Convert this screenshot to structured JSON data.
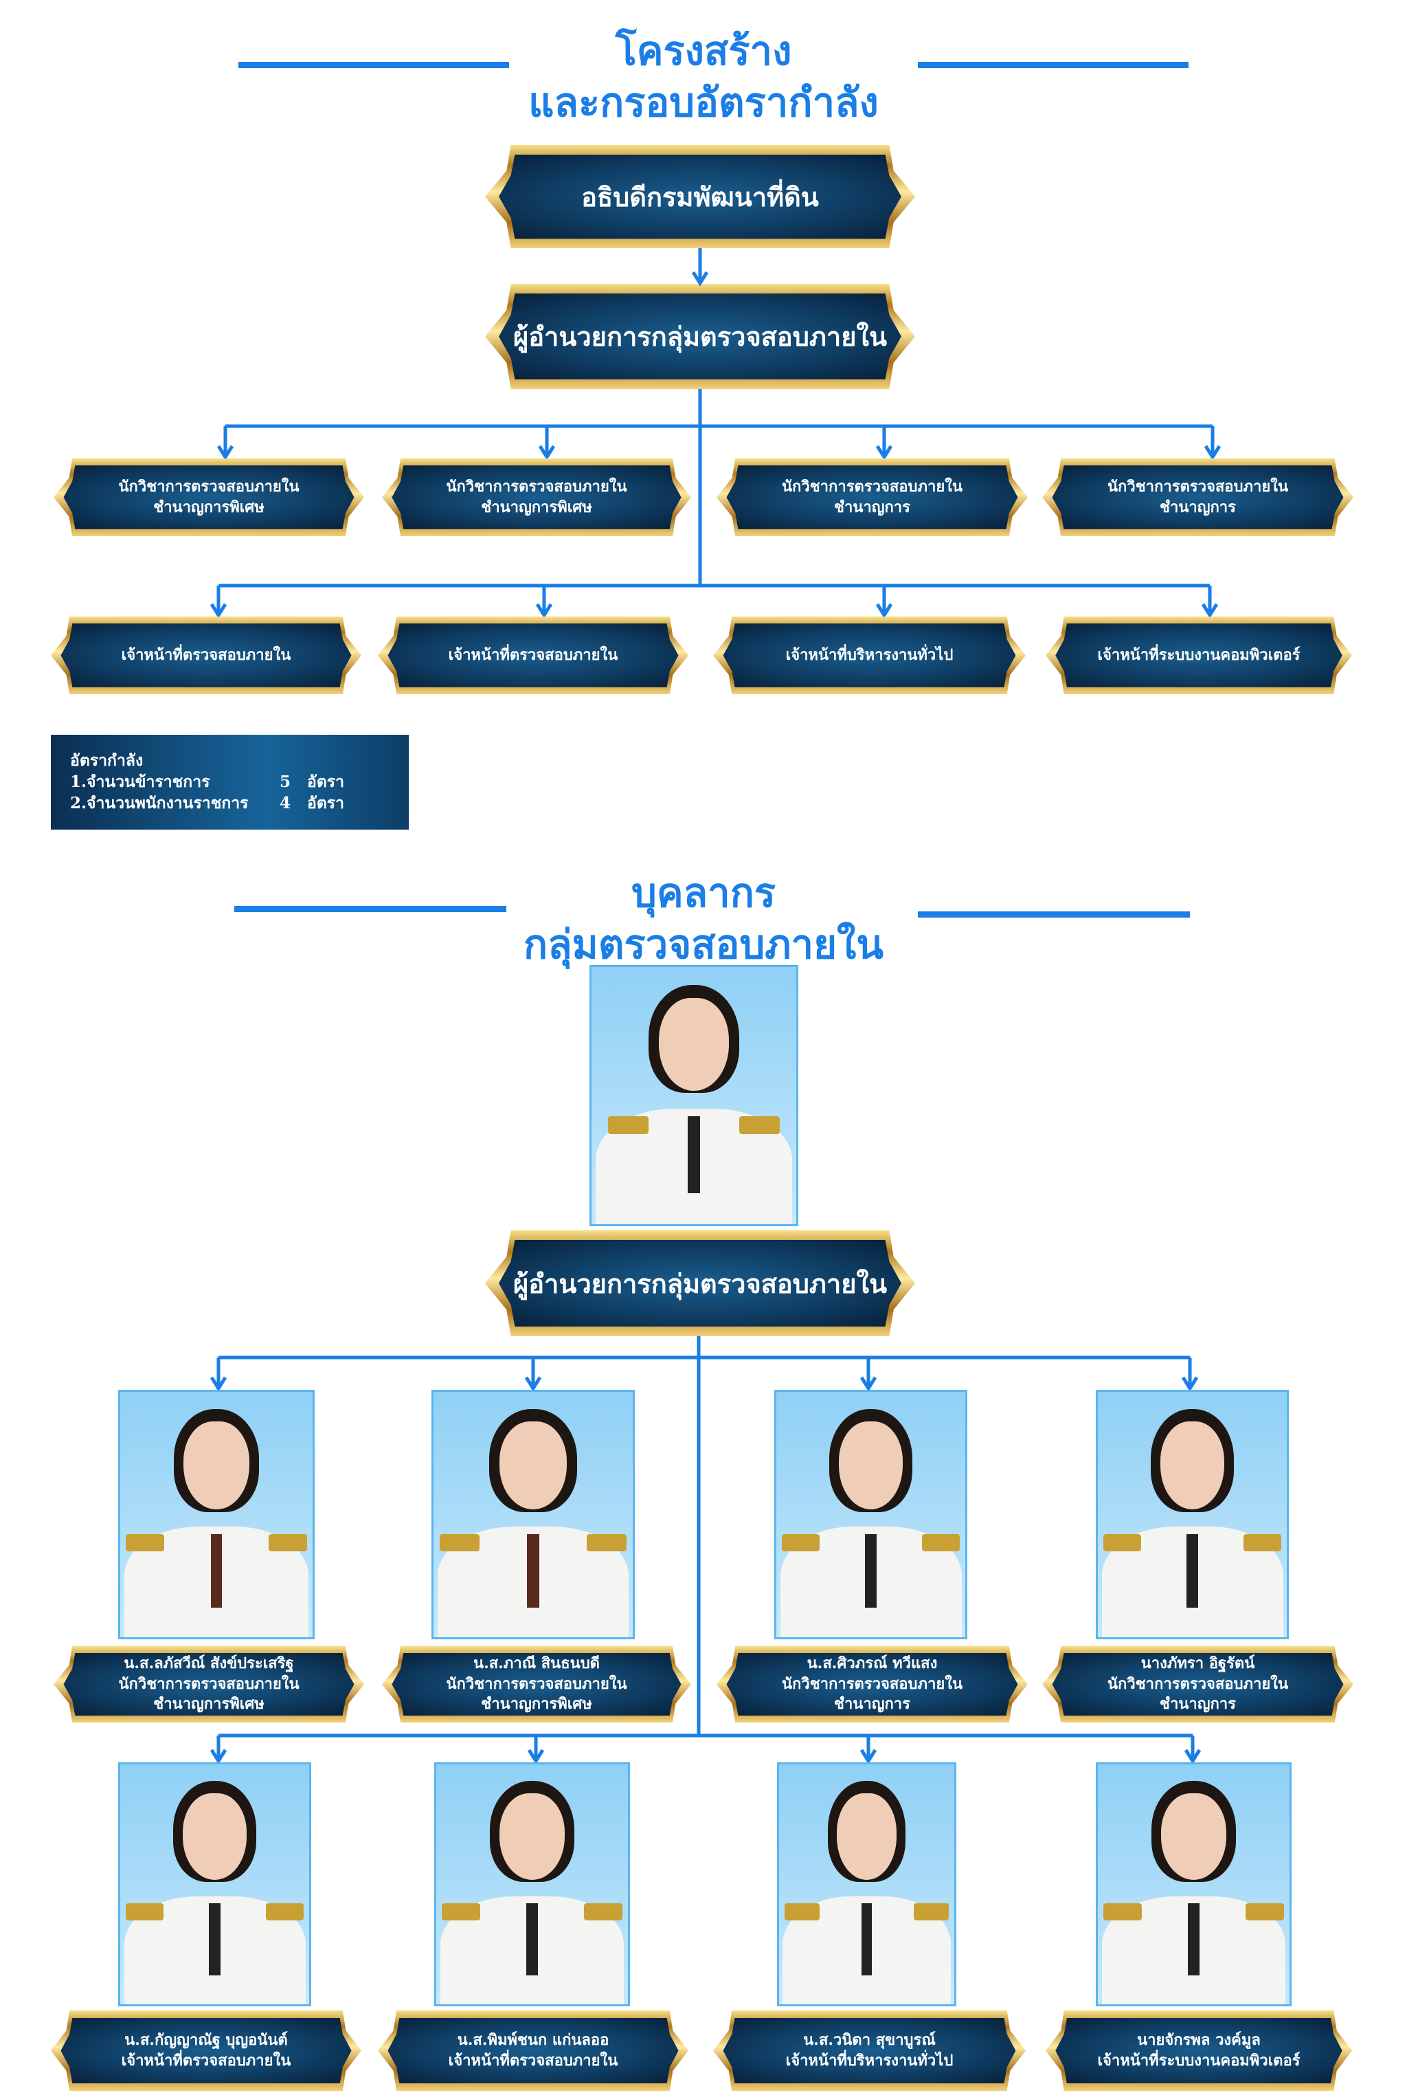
{
  "section1": {
    "title_line1": "โครงสร้าง",
    "title_line2": "และกรอบอัตรากำลัง",
    "top": "อธิบดีกรมพัฒนาที่ดิน",
    "director": "ผู้อำนวยการกลุ่มตรวจสอบภายใน",
    "row1": [
      [
        "นักวิชาการตรวจสอบภายใน",
        "ชำนาญการพิเศษ"
      ],
      [
        "นักวิชาการตรวจสอบภายใน",
        "ชำนาญการพิเศษ"
      ],
      [
        "นักวิชาการตรวจสอบภายใน",
        "ชำนาญการ"
      ],
      [
        "นักวิชาการตรวจสอบภายใน",
        "ชำนาญการ"
      ]
    ],
    "row2": [
      [
        "เจ้าหน้าที่ตรวจสอบภายใน"
      ],
      [
        "เจ้าหน้าที่ตรวจสอบภายใน"
      ],
      [
        "เจ้าหน้าที่บริหารงานทั่วไป"
      ],
      [
        "เจ้าหน้าที่ระบบงานคอมพิวเตอร์"
      ]
    ],
    "rate": {
      "heading": "อัตรากำลัง",
      "items": [
        {
          "label": "1.จำนวนข้าราชการ",
          "count": "5",
          "unit": "อัตรา"
        },
        {
          "label": "2.จำนวนพนักงานราชการ",
          "count": "4",
          "unit": "อัตรา"
        }
      ]
    }
  },
  "section2": {
    "title_line1": "บุคลากร",
    "title_line2": "กลุ่มตรวจสอบภายใน",
    "director": "ผู้อำนวยการกลุ่มตรวจสอบภายใน",
    "row1": [
      [
        "น.ส.ลภัสวีณ์ สังข์ประเสริฐ",
        "นักวิชาการตรวจสอบภายใน",
        "ชำนาญการพิเศษ"
      ],
      [
        "น.ส.ภาณี สินธนบดี",
        "นักวิชาการตรวจสอบภายใน",
        "ชำนาญการพิเศษ"
      ],
      [
        "น.ส.ศิวภรณ์ ทวีแสง",
        "นักวิชาการตรวจสอบภายใน",
        "ชำนาญการ"
      ],
      [
        "นางภัทรา อิฐรัตน์",
        "นักวิชาการตรวจสอบภายใน",
        "ชำนาญการ"
      ]
    ],
    "row2": [
      [
        "น.ส.กัญญาณัฐ บุญอนันต์",
        "เจ้าหน้าที่ตรวจสอบภายใน"
      ],
      [
        "น.ส.พิมพ์ชนก แก่นลออ",
        "เจ้าหน้าที่ตรวจสอบภายใน"
      ],
      [
        "น.ส.วนิดา สุขาบูรณ์",
        "เจ้าหน้าที่บริหารงานทั่วไป"
      ],
      [
        "นายจักรพล วงค์มูล",
        "เจ้าหน้าที่ระบบงานคอมพิวเตอร์"
      ]
    ]
  },
  "colors": {
    "accent": "#1a7ee6",
    "plaque": "#0f3d63",
    "gold": "#d4a640"
  }
}
